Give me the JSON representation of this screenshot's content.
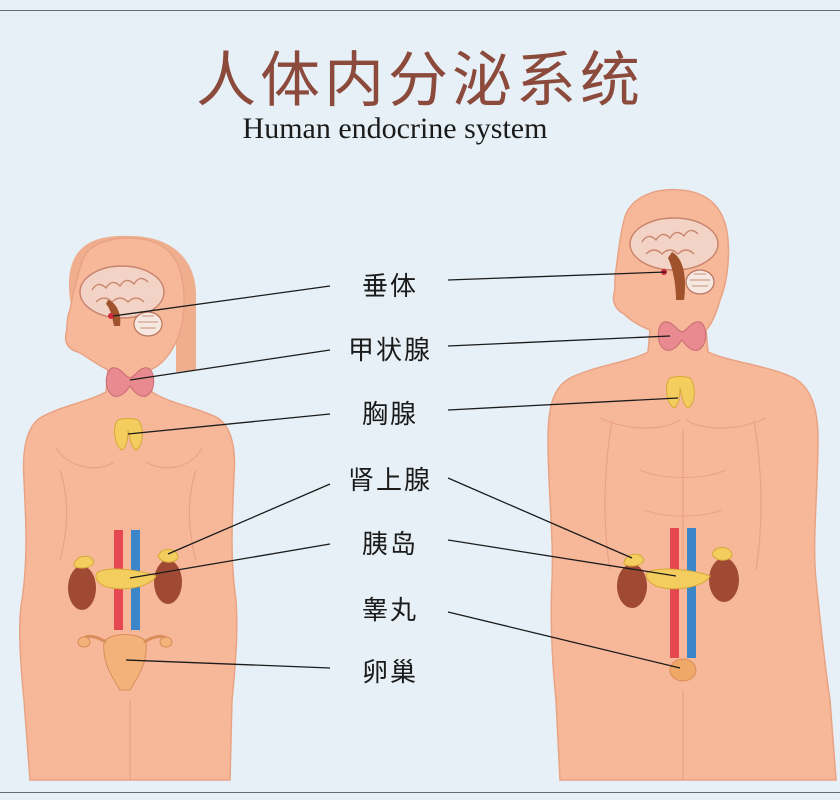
{
  "title": "人体内分泌系统",
  "subtitle": "Human endocrine system",
  "labels": {
    "pituitary": "垂体",
    "thyroid": "甲状腺",
    "thymus": "胸腺",
    "adrenal": "肾上腺",
    "pancreas": "胰岛",
    "testis": "睾丸",
    "ovary": "卵巢"
  },
  "colors": {
    "background": "#e6f0f6",
    "skin": "#f7b899",
    "title": "#8b4a3b",
    "gland_yellow": "#f3cd5e",
    "thyroid": "#e88a8f",
    "kidney": "#a04a34",
    "artery": "#e64852",
    "vein": "#3a86c8"
  }
}
